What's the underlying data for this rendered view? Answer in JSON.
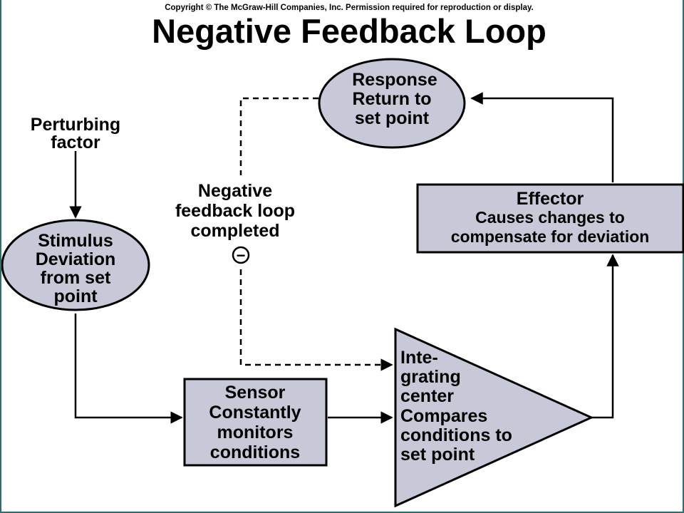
{
  "copyright": "Copyright © The McGraw-Hill Companies, Inc. Permission required for reproduction or display.",
  "title": "Negative Feedback Loop",
  "perturbing": {
    "line1": "Perturbing",
    "line2": "factor"
  },
  "stimulus": {
    "line1": "Stimulus",
    "line2": "Deviation",
    "line3": "from set",
    "line4": "point"
  },
  "sensor": {
    "line1": "Sensor",
    "line2": "Constantly",
    "line3": "monitors",
    "line4": "conditions"
  },
  "integrating": {
    "line1": "Inte-",
    "line2": "grating",
    "line3": "center",
    "line4": "Compares",
    "line5": "conditions to",
    "line6": "set point"
  },
  "effector": {
    "line1": "Effector",
    "line2": "Causes changes to",
    "line3": "compensate for deviation"
  },
  "response": {
    "line1": "Response",
    "line2": "Return to",
    "line3": "set point"
  },
  "feedback": {
    "line1": "Negative",
    "line2": "feedback loop",
    "line3": "completed",
    "sign": "−"
  },
  "colors": {
    "shape_fill": "#c8c9d8",
    "frame": "#2f6f6a"
  }
}
